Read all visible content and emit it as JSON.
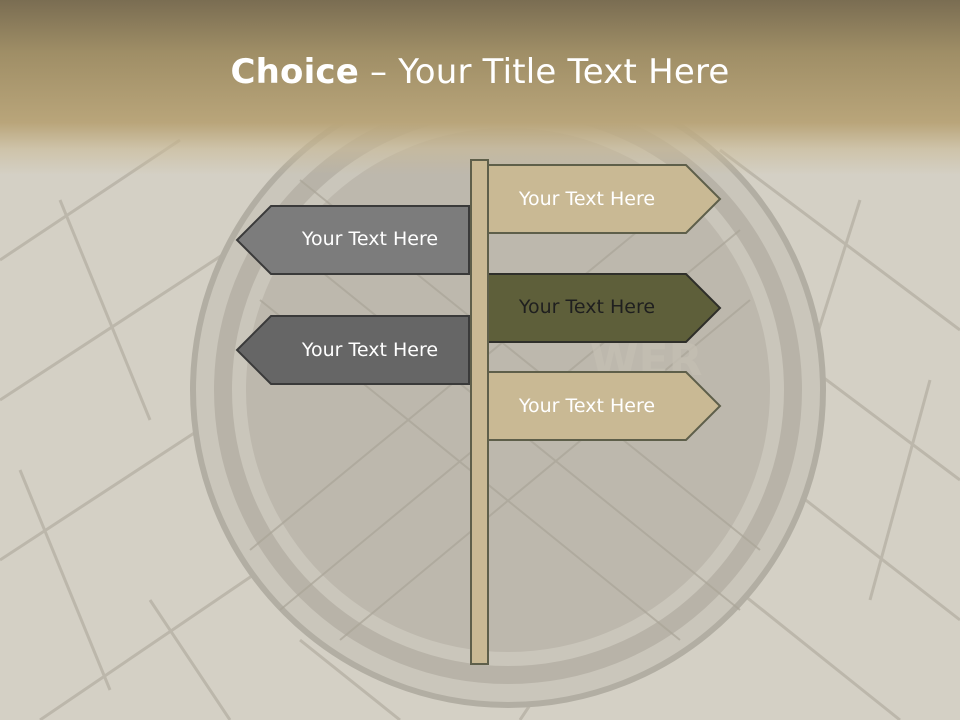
{
  "slide": {
    "title_bold": "Choice",
    "title_rest": " – Your Title Text Here"
  },
  "signpost": {
    "left_signs": [
      {
        "label": "Your Text Here",
        "color": "#7c7c7c",
        "text_color": "#ffffff"
      },
      {
        "label": "Your Text Here",
        "color": "#666666",
        "text_color": "#ffffff"
      }
    ],
    "right_signs": [
      {
        "label": "Your Text Here",
        "color": "#c9b994",
        "text_color": "#ffffff"
      },
      {
        "label": "Your Text Here",
        "color": "#5e5f3a",
        "text_color": "#1f1f1f"
      },
      {
        "label": "Your Text Here",
        "color": "#c9b994",
        "text_color": "#ffffff"
      }
    ],
    "pole_color": "#c9b994",
    "border_color": "#4a4a3a"
  },
  "theme": {
    "header_color": "#b9a57a",
    "background_color": "#d4d0c5"
  }
}
